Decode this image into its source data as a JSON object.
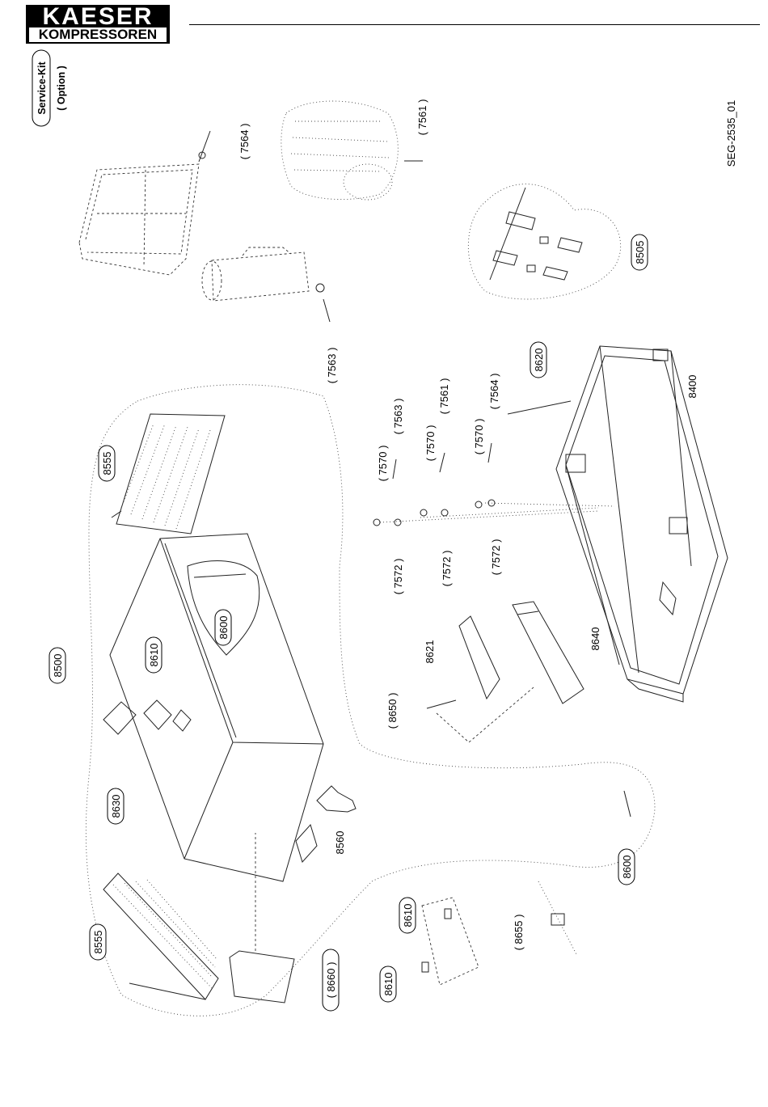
{
  "header": {
    "brand_line1": "KAESER",
    "brand_line2": "KOMPRESSOREN",
    "drawing_id": "SEG-2535_01"
  },
  "service_kit": {
    "label": "Service-Kit",
    "sub": "( Option )"
  },
  "callouts": [
    {
      "id": "c7564a",
      "text": "( 7564 )",
      "boxed": false
    },
    {
      "id": "c7561a",
      "text": "( 7561 )",
      "boxed": false
    },
    {
      "id": "c7563a",
      "text": "( 7563 )",
      "boxed": false
    },
    {
      "id": "c8505",
      "text": "8505",
      "boxed": true
    },
    {
      "id": "c8620",
      "text": "8620",
      "boxed": true
    },
    {
      "id": "c8400",
      "text": "8400",
      "boxed": false
    },
    {
      "id": "c7570a",
      "text": "( 7570 )",
      "boxed": false
    },
    {
      "id": "c7563b",
      "text": "( 7563 )",
      "boxed": false
    },
    {
      "id": "c7570b",
      "text": "( 7570 )",
      "boxed": false
    },
    {
      "id": "c7561b",
      "text": "( 7561 )",
      "boxed": false
    },
    {
      "id": "c7570c",
      "text": "( 7570 )",
      "boxed": false
    },
    {
      "id": "c7564b",
      "text": "( 7564 )",
      "boxed": false
    },
    {
      "id": "c7572a",
      "text": "( 7572 )",
      "boxed": false
    },
    {
      "id": "c7572b",
      "text": "( 7572 )",
      "boxed": false
    },
    {
      "id": "c7572c",
      "text": "( 7572 )",
      "boxed": false
    },
    {
      "id": "c8621",
      "text": "8621",
      "boxed": false
    },
    {
      "id": "c8640",
      "text": "8640",
      "boxed": false
    },
    {
      "id": "c8650",
      "text": "( 8650 )",
      "boxed": false
    },
    {
      "id": "c8555a",
      "text": "8555",
      "boxed": true
    },
    {
      "id": "c8600a",
      "text": "8600",
      "boxed": true
    },
    {
      "id": "c8610a",
      "text": "8610",
      "boxed": true
    },
    {
      "id": "c8500",
      "text": "8500",
      "boxed": true
    },
    {
      "id": "c8630",
      "text": "8630",
      "boxed": true
    },
    {
      "id": "c8560",
      "text": "8560",
      "boxed": false
    },
    {
      "id": "c8600b",
      "text": "8600",
      "boxed": true
    },
    {
      "id": "c8555b",
      "text": "8555",
      "boxed": true
    },
    {
      "id": "c8660",
      "text": "( 8660 )",
      "boxed": true
    },
    {
      "id": "c8610b",
      "text": "8610",
      "boxed": true
    },
    {
      "id": "c8610c",
      "text": "8610",
      "boxed": true
    },
    {
      "id": "c8655",
      "text": "( 8655 )",
      "boxed": false
    }
  ]
}
